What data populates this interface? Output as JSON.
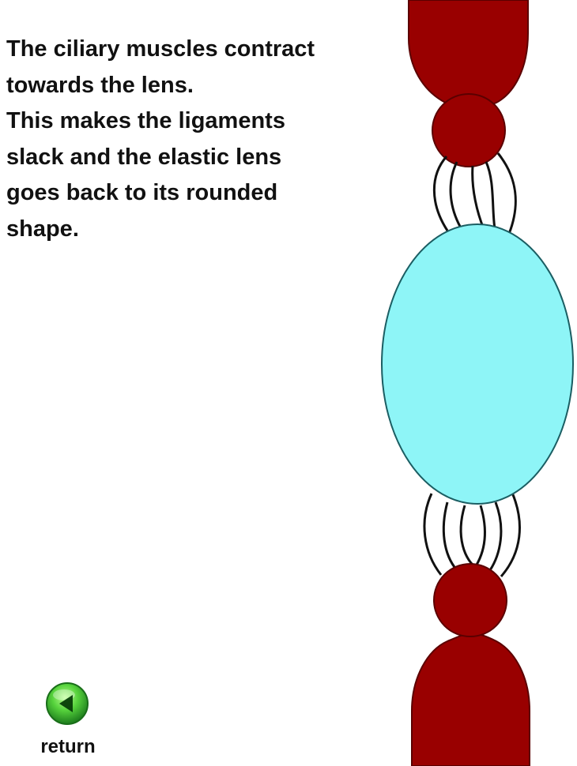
{
  "caption": {
    "lines": [
      "The ciliary muscles contract",
      "towards the lens.",
      "This makes the ligaments",
      "slack and the elastic lens",
      "goes back to its rounded",
      "shape."
    ]
  },
  "return_button": {
    "label": "return",
    "icon": "left-arrow-icon",
    "color": "#37b52b"
  },
  "colors": {
    "ciliary_muscle": "#990000",
    "lens": "#8ef5f7",
    "ligament": "#111111"
  }
}
